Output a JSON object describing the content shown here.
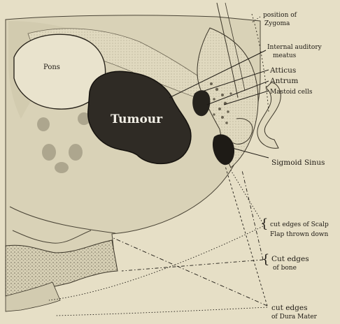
{
  "labels": {
    "pons": "Pons",
    "tumour": "Tumour",
    "position_of": "position of",
    "zygoma": "Zygoma",
    "internal_auditory": "Internal auditory",
    "meatus": "meatus",
    "atticus": "Atticus",
    "antrum": "Antrum",
    "mastoid_cells": "Mastoid cells",
    "sigmoid_sinus": "Sigmoid Sinus",
    "cut_edges_scalp": "cut edges of Scalp",
    "flap_thrown_down": "Flap thrown down",
    "cut_edges": "Cut edges",
    "of_bone": "of bone",
    "cut_edges_dura": "cut edges",
    "of_dura_mater": "of Dura Mater"
  },
  "colors": {
    "paper": "#e6dfc6",
    "tissue": "#d8d1b6",
    "ink": "#1e1a14",
    "tumour": "#2d2a24",
    "mottle": "#a9a28c"
  }
}
